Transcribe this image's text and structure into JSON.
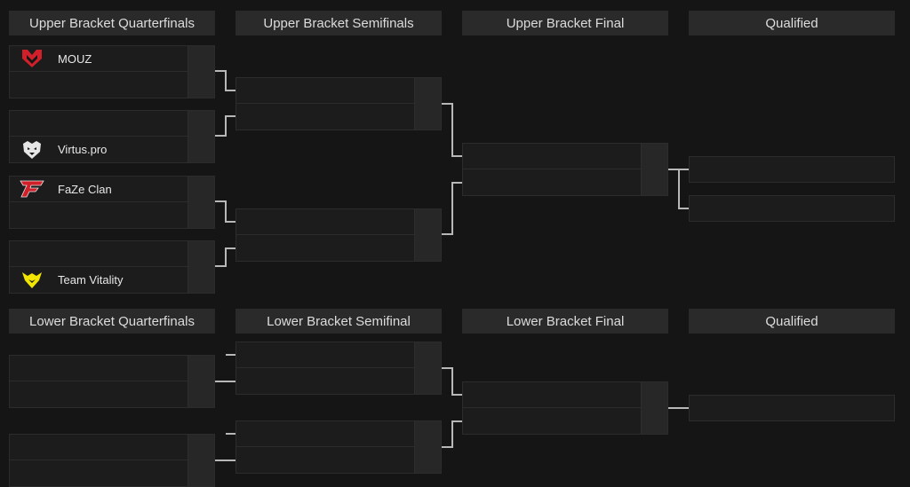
{
  "headers": {
    "ub_qf": "Upper Bracket Quarterfinals",
    "ub_sf": "Upper Bracket Semifinals",
    "ub_f": "Upper Bracket Final",
    "ub_q": "Qualified",
    "lb_qf": "Lower Bracket Quarterfinals",
    "lb_sf": "Lower Bracket Semifinal",
    "lb_f": "Lower Bracket Final",
    "lb_q": "Qualified"
  },
  "teams": {
    "mouz": "MOUZ",
    "virtus": "Virtus.pro",
    "faze": "FaZe Clan",
    "vitality": "Team Vitality"
  },
  "colors": {
    "mouz": "#d0202a",
    "faze": "#d0202a",
    "vitality": "#f2e600",
    "connector": "#b8b8b8"
  },
  "icons": {
    "mouz": "mouz-logo-icon",
    "virtus": "virtus-pro-bear-icon",
    "faze": "faze-logo-icon",
    "vitality": "vitality-bee-icon"
  }
}
